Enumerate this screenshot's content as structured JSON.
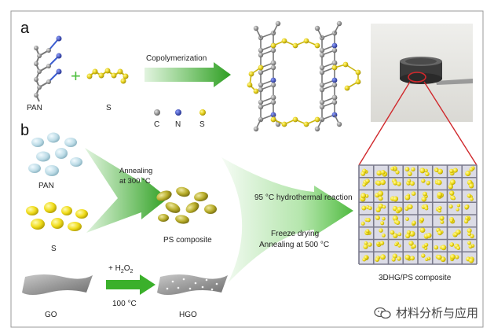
{
  "panel_a": {
    "letter": "a",
    "pan_label": "PAN",
    "plus": "+",
    "s_label": "S",
    "arrow_label": "Copolymerization",
    "legend": [
      {
        "label": "C",
        "color": "#8a8a8a"
      },
      {
        "label": "N",
        "color": "#2b3fb0"
      },
      {
        "label": "S",
        "color": "#e8d21e"
      }
    ]
  },
  "panel_b": {
    "letter": "b",
    "pan_label": "PAN",
    "s_label": "S",
    "annealing_line1": "Annealing",
    "annealing_line2": "at 300 °C",
    "ps_label": "PS composite",
    "h2o2_prefix": "+ H",
    "h2o2_sub1": "2",
    "h2o2_mid": "O",
    "h2o2_sub2": "2",
    "temp_100": "100 °C",
    "go_label": "GO",
    "hgo_label": "HGO",
    "hydrothermal": "95 °C hydrothermal reaction",
    "freeze": "Freeze drying",
    "annealing500": "Annealing at 500 °C",
    "product_label": "3DHG/PS composite"
  },
  "watermark": {
    "text": "材料分析与应用",
    "icon": "wechat-icon"
  },
  "colors": {
    "arrow_green": "#3bb02b",
    "sulfur": "#e8d21e",
    "nitrogen": "#2b3fb0",
    "carbon": "#8a8a8a",
    "red_callout": "#d0282c"
  }
}
